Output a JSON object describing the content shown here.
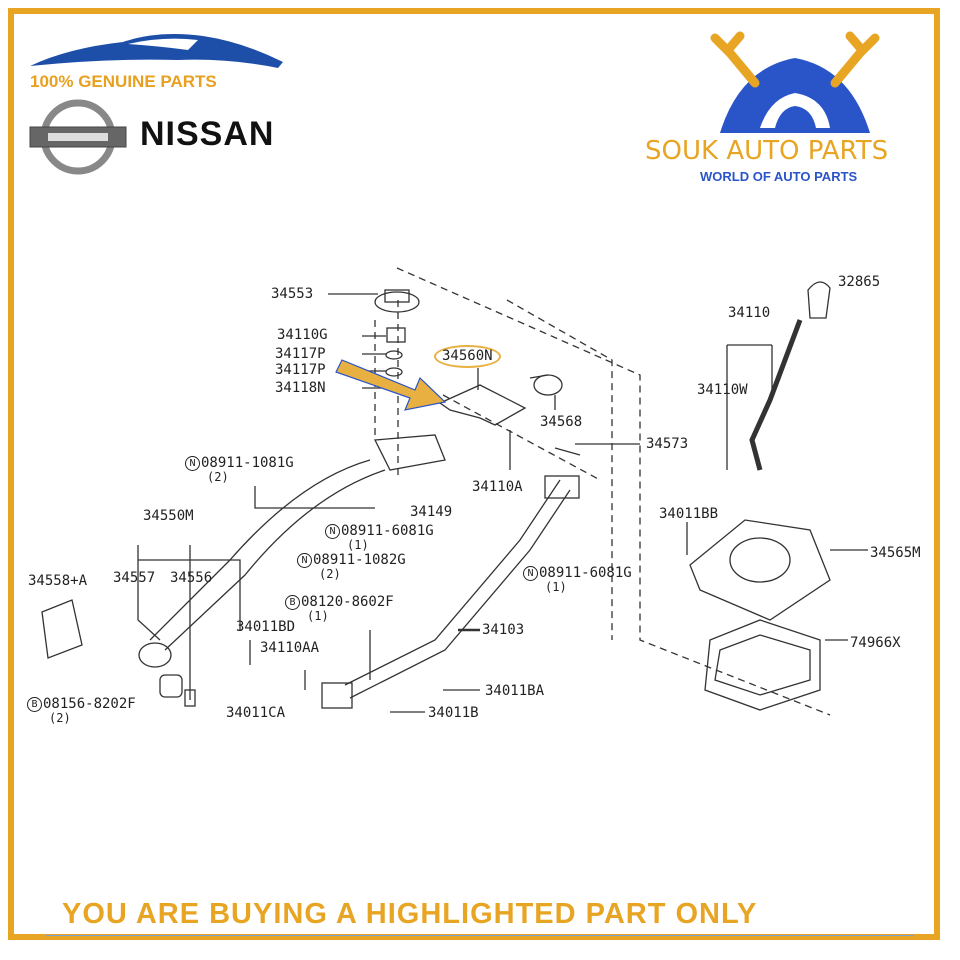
{
  "branding": {
    "genuine": "100% GENUINE PARTS",
    "make": "NISSAN",
    "logo_badge_text": "NISSAN",
    "store_name": "SOUK AUTO PARTS",
    "store_tagline": "WORLD OF AUTO PARTS",
    "watermark": "SOUKAUTOPARTS"
  },
  "colors": {
    "accent": "#e8a523",
    "blue": "#2a55c8"
  },
  "diagram": {
    "highlighted_part": "34560N",
    "labels": {
      "p34553": "34553",
      "p34110G": "34110G",
      "p34117P_a": "34117P",
      "p34117P_b": "34117P",
      "p34118N": "34118N",
      "p34568": "34568",
      "p34573": "34573",
      "p34110A": "34110A",
      "p34149": "34149",
      "n1081G": "08911-1081G",
      "n1081G_q": "(2)",
      "n6081G_a": "08911-6081G",
      "n6081G_a_q": "(1)",
      "n1082G": "08911-1082G",
      "n1082G_q": "(2)",
      "n6081G_b": "08911-6081G",
      "n6081G_b_q": "(1)",
      "p34550M": "34550M",
      "p34558A": "34558+A",
      "p34557": "34557",
      "p34556": "34556",
      "b8602F": "08120-8602F",
      "b8602F_q": "(1)",
      "p34011BD": "34011BD",
      "p34110AA": "34110AA",
      "p34103": "34103",
      "p34011BA": "34011BA",
      "p34011B": "34011B",
      "p34011CA": "34011CA",
      "b8202F": "08156-8202F",
      "b8202F_q": "(2)",
      "p32865": "32865",
      "p34110": "34110",
      "p34110W": "34110W",
      "p34011BB": "34011BB",
      "p34565M": "34565M",
      "p74966X": "74966X",
      "prefix_n": "N",
      "prefix_b": "B"
    }
  },
  "footer": {
    "notice": "YOU ARE BUYING A HIGHLIGHTED PART ONLY"
  }
}
